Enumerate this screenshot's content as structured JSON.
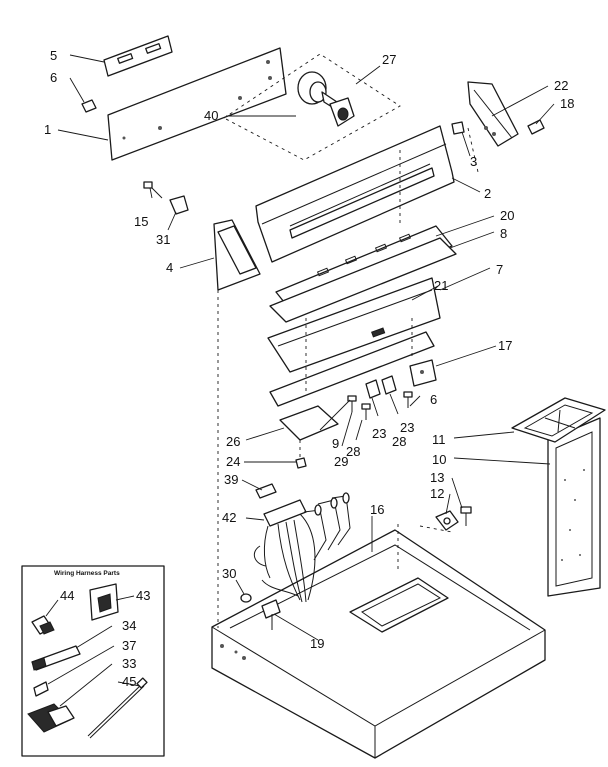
{
  "callouts": {
    "c1": "1",
    "c2": "2",
    "c3": "3",
    "c4": "4",
    "c5": "5",
    "c6a": "6",
    "c6b": "6",
    "c7": "7",
    "c8": "8",
    "c9": "9",
    "c10": "10",
    "c11": "11",
    "c12": "12",
    "c13": "13",
    "c15": "15",
    "c16": "16",
    "c17": "17",
    "c18": "18",
    "c19": "19",
    "c20": "20",
    "c21": "21",
    "c22": "22",
    "c23a": "23",
    "c23b": "23",
    "c24": "24",
    "c26": "26",
    "c27": "27",
    "c28a": "28",
    "c28b": "28",
    "c29": "29",
    "c30": "30",
    "c31": "31",
    "c33": "33",
    "c34": "34",
    "c37": "37",
    "c39": "39",
    "c40": "40",
    "c42": "42",
    "c43": "43",
    "c44": "44",
    "c45": "45"
  },
  "inset": {
    "title": "Wiring Harness Parts"
  }
}
